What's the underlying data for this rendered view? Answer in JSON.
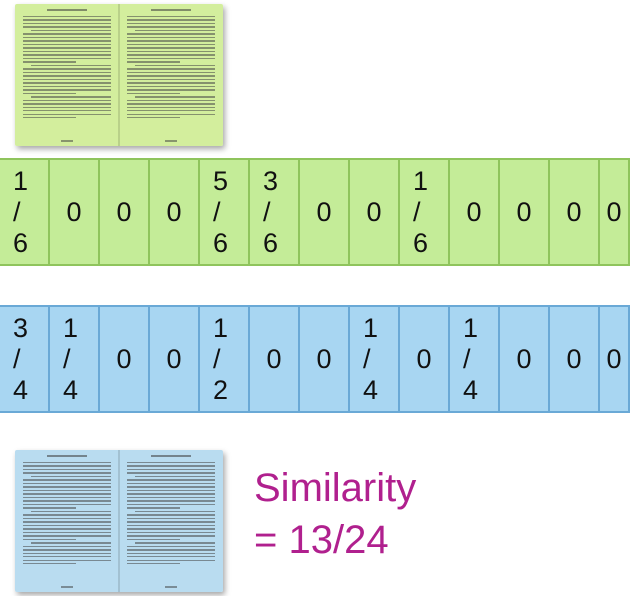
{
  "colors": {
    "top_row": "#c4ec98",
    "bottom_row": "#a8d6f2",
    "doc_top_page": "#d3ee9d",
    "doc_bottom_page": "#b9dcf0",
    "accent_text": "#b0208e"
  },
  "rows": {
    "top": [
      {
        "n": "1",
        "d": "6"
      },
      {
        "v": "0"
      },
      {
        "v": "0"
      },
      {
        "v": "0"
      },
      {
        "n": "5",
        "d": "6"
      },
      {
        "n": "3",
        "d": "6"
      },
      {
        "v": "0"
      },
      {
        "v": "0"
      },
      {
        "n": "1",
        "d": "6"
      },
      {
        "v": "0"
      },
      {
        "v": "0"
      },
      {
        "v": "0"
      },
      {
        "v": "0"
      }
    ],
    "bottom": [
      {
        "n": "3",
        "d": "4"
      },
      {
        "n": "1",
        "d": "4"
      },
      {
        "v": "0"
      },
      {
        "v": "0"
      },
      {
        "n": "1",
        "d": "2"
      },
      {
        "v": "0"
      },
      {
        "v": "0"
      },
      {
        "n": "1",
        "d": "4"
      },
      {
        "v": "0"
      },
      {
        "n": "1",
        "d": "4"
      },
      {
        "v": "0"
      },
      {
        "v": "0"
      },
      {
        "v": "0"
      }
    ]
  },
  "similarity": {
    "line1": "Similarity",
    "line2": "= 13/24"
  }
}
